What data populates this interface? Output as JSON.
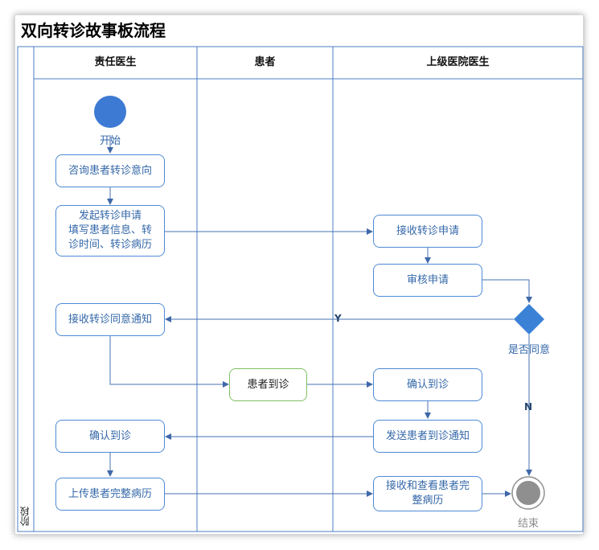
{
  "title": "双向转诊故事板流程",
  "stage_label": "阶段",
  "lanes": [
    "责任医生",
    "患者",
    "上级医院医生"
  ],
  "nodes": {
    "start": "开始",
    "ask": "咨询患者转诊意向",
    "request_line1": "发起转诊申请",
    "request_line2": "填写患者信息、转",
    "request_line3": "诊时间、转诊病历",
    "receive_request": "接收转诊申请",
    "review": "审核申请",
    "decision": "是否同意",
    "receive_notice": "接收转诊同意通知",
    "patient_arrive": "患者到诊",
    "confirm_upper": "确认到诊",
    "send_notice": "发送患者到诊通知",
    "confirm_lower": "确认到诊",
    "upload": "上传患者完整病历",
    "view_line1": "接收和查看患者完",
    "view_line2": "整病历",
    "end": "结束"
  },
  "edge_labels": {
    "yes": "Y",
    "no": "N"
  },
  "colors": {
    "border": "#4e7fc4",
    "node_border": "#4e8ad6",
    "start_fill": "#3d7ad3",
    "decision_fill": "#3b82d6",
    "end_fill": "#8f8f8f",
    "patient_border": "#7fc061"
  }
}
